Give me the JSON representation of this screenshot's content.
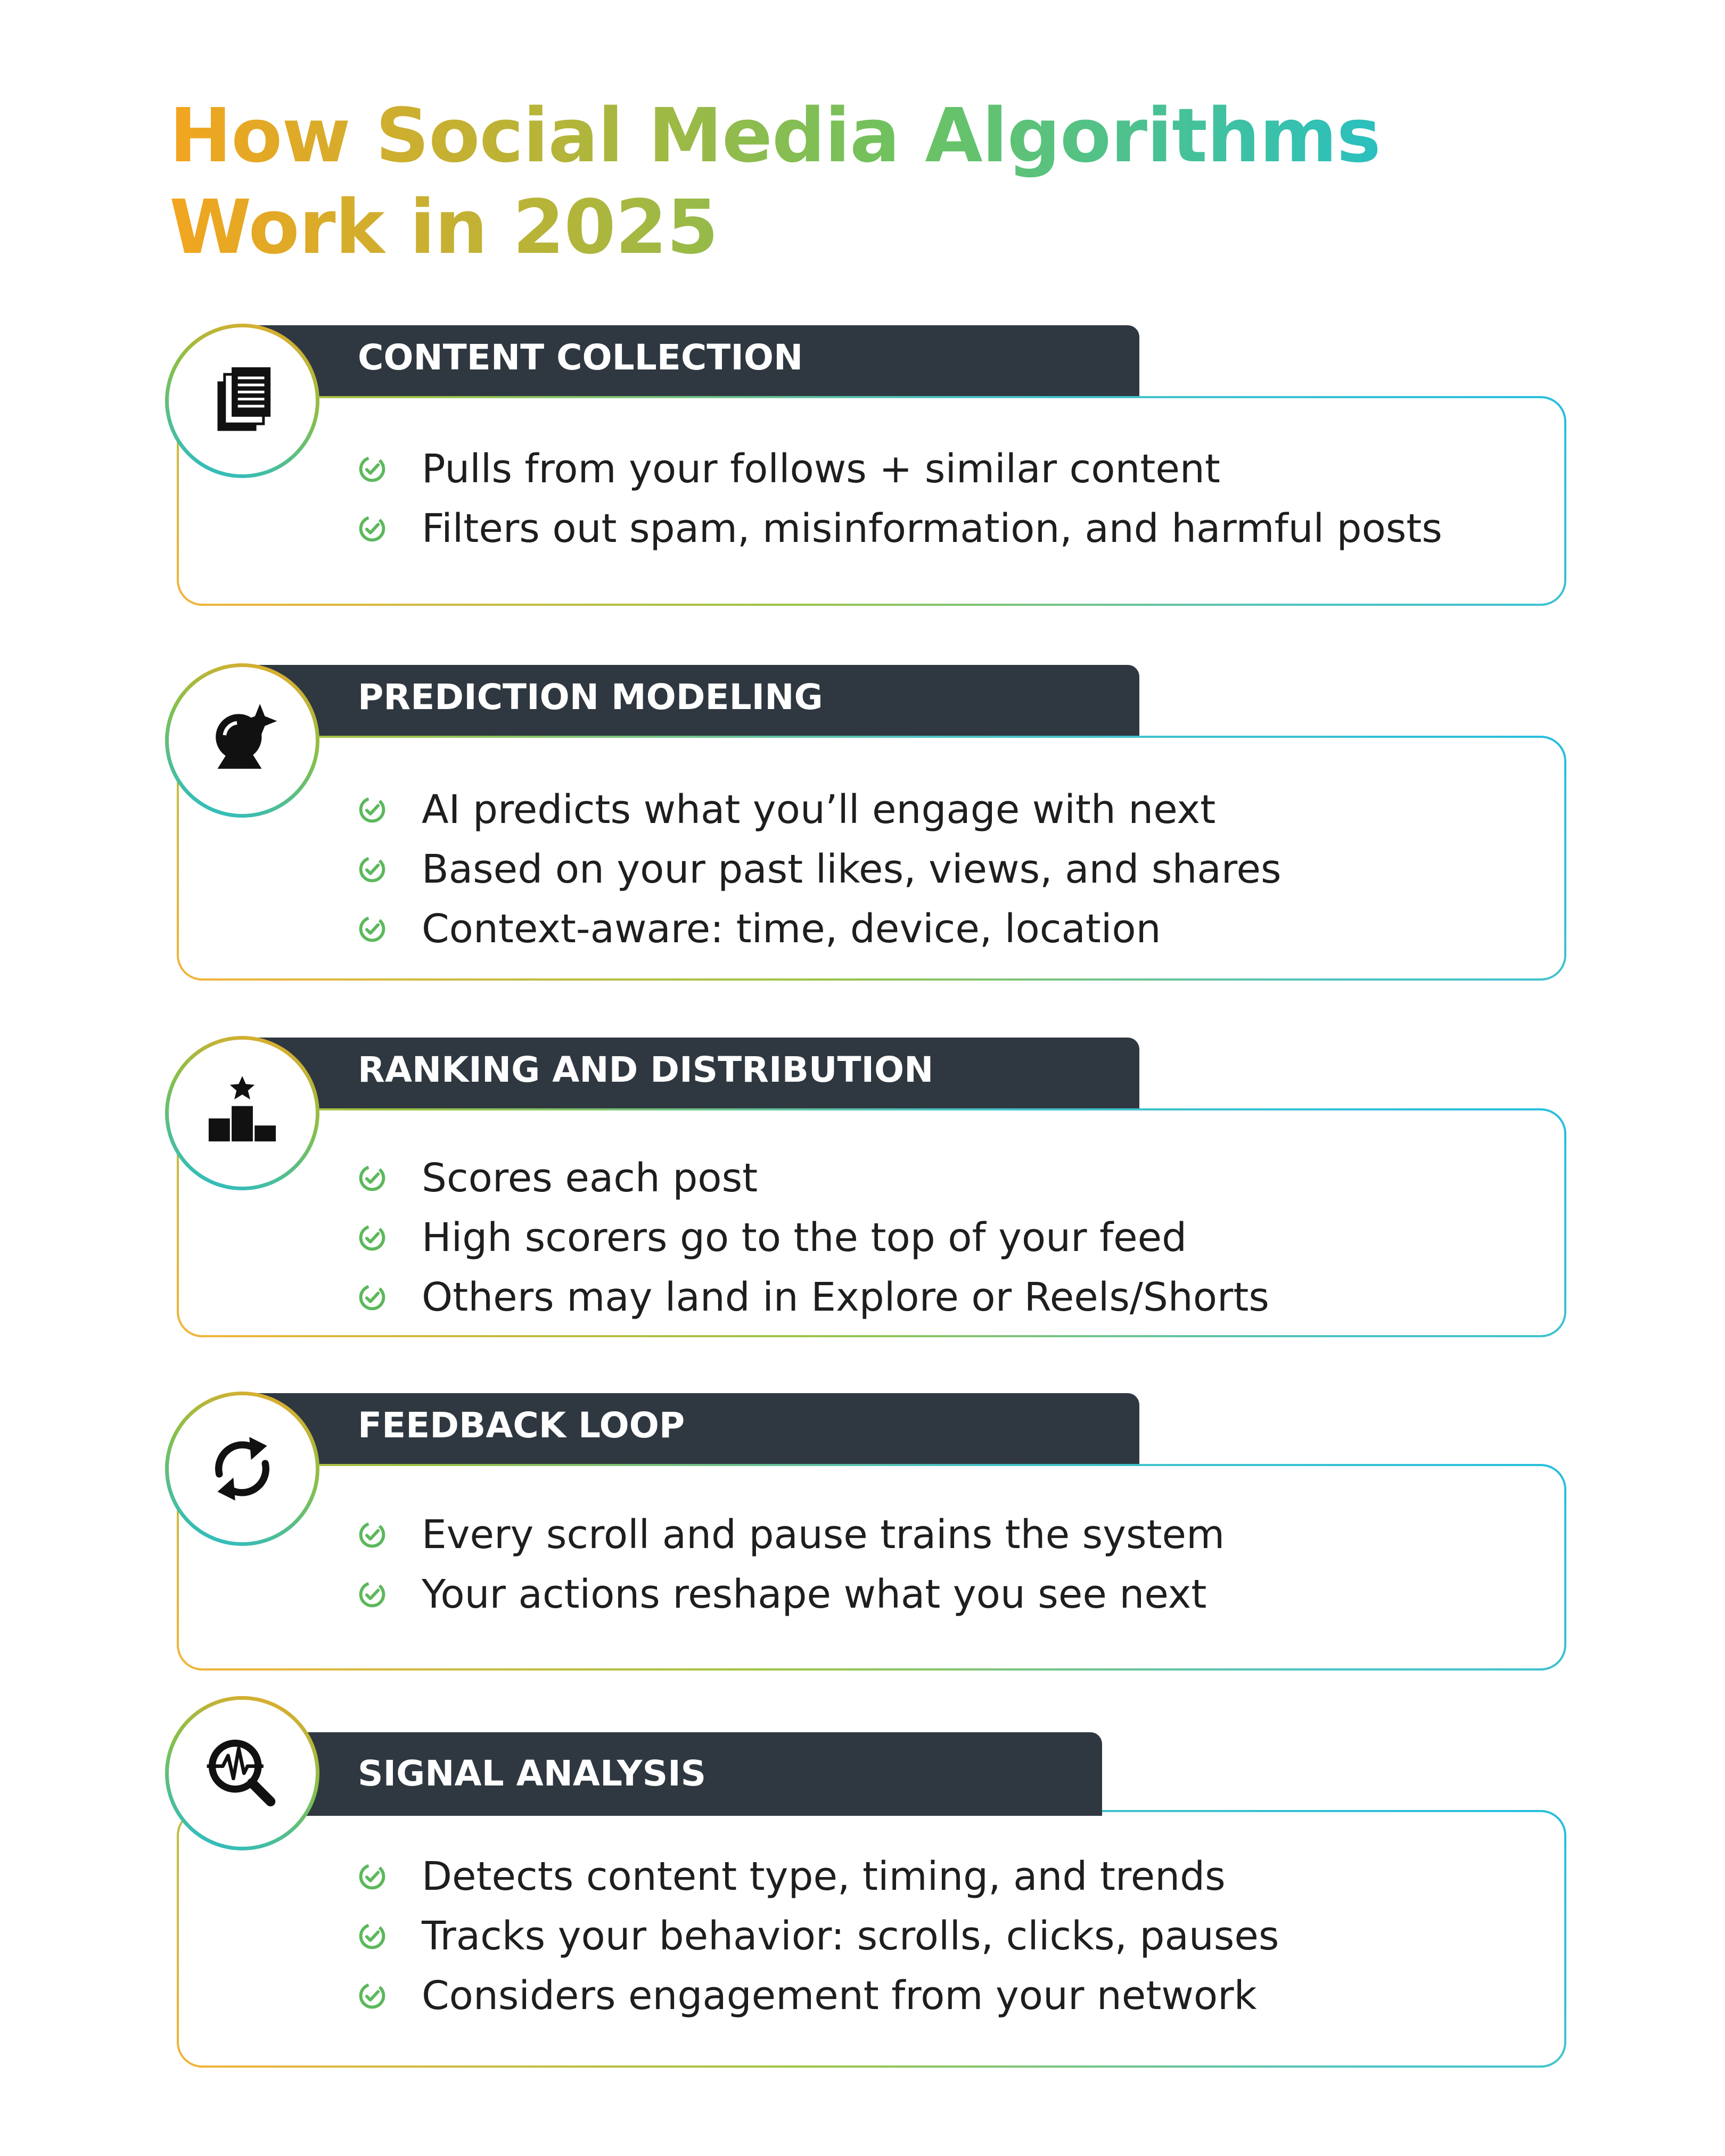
{
  "title": {
    "line1": "How Social Media Algorithms",
    "line2": "Work in 2025"
  },
  "colors": {
    "tab_bg": "#2f3840",
    "gradient_orange": "#f2a51f",
    "gradient_green": "#6ec260",
    "gradient_cyan": "#19c0d8",
    "check_green": "#5cb85c"
  },
  "sections": [
    {
      "heading": "CONTENT COLLECTION",
      "icon": "documents-icon",
      "items": [
        "Pulls from your follows + similar content",
        "Filters out spam, misinformation, and harmful posts"
      ]
    },
    {
      "heading": "PREDICTION MODELING",
      "icon": "crystal-ball-icon",
      "items": [
        "AI predicts what you’ll engage with next",
        "Based on your past likes, views, and shares",
        "Context-aware: time, device, location"
      ]
    },
    {
      "heading": "RANKING AND DISTRIBUTION",
      "icon": "podium-icon",
      "items": [
        "Scores each post",
        "High scorers go to the top of your feed",
        "Others may land in Explore or Reels/Shorts"
      ]
    },
    {
      "heading": "FEEDBACK LOOP",
      "icon": "refresh-cycle-icon",
      "items": [
        "Every scroll and pause trains the system",
        "Your actions reshape what you see next"
      ]
    },
    {
      "heading": "SIGNAL ANALYSIS",
      "icon": "signal-search-icon",
      "items": [
        "Detects content type, timing, and trends",
        "Tracks your behavior: scrolls, clicks, pauses",
        "Considers engagement from your network"
      ]
    }
  ]
}
